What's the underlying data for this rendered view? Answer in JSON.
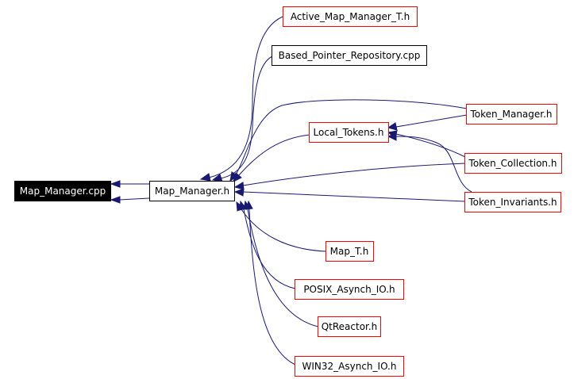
{
  "diagram": {
    "nodes": {
      "map_manager_cpp": "Map_Manager.cpp",
      "map_manager_h": "Map_Manager.h",
      "active_map_manager_t_h": "Active_Map_Manager_T.h",
      "based_pointer_repository_cpp": "Based_Pointer_Repository.cpp",
      "local_tokens_h": "Local_Tokens.h",
      "token_manager_h": "Token_Manager.h",
      "token_collection_h": "Token_Collection.h",
      "token_invariants_h": "Token_Invariants.h",
      "map_t_h": "Map_T.h",
      "posix_asynch_io_h": "POSIX_Asynch_IO.h",
      "qtreactor_h": "QtReactor.h",
      "win32_asynch_io_h": "WIN32_Asynch_IO.h"
    },
    "colors": {
      "edge": "#191970",
      "link_border": "#ff0000",
      "plain_border": "#000000",
      "current_fill": "#000000",
      "current_text": "#ffffff"
    }
  }
}
